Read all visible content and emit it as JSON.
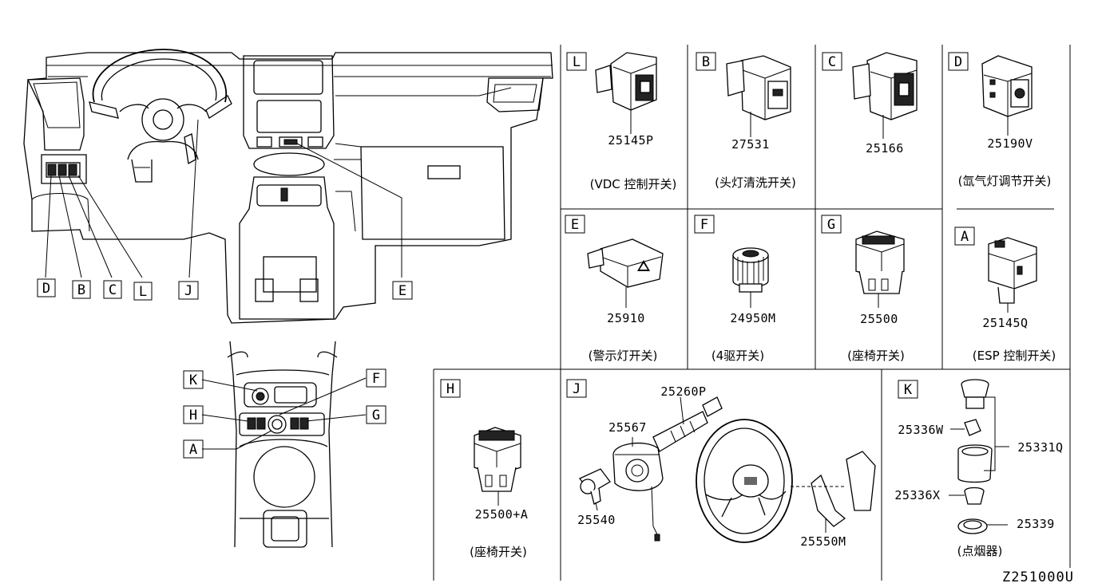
{
  "diagram_code": "Z251000U",
  "overview": {
    "dashboard_callouts": [
      "D",
      "B",
      "C",
      "L",
      "J",
      "E"
    ],
    "console_callouts": [
      "K",
      "F",
      "H",
      "G",
      "A"
    ]
  },
  "panels": {
    "L": {
      "letter": "L",
      "part": "25145P",
      "desc": "(VDC 控制开关)"
    },
    "B": {
      "letter": "B",
      "part": "27531",
      "desc": "(头灯清洗开关)"
    },
    "C": {
      "letter": "C",
      "part": "25166",
      "desc": ""
    },
    "D": {
      "letter": "D",
      "part": "25190V",
      "desc": "(氙气灯调节开关)"
    },
    "E": {
      "letter": "E",
      "part": "25910",
      "desc": "(警示灯开关)"
    },
    "F": {
      "letter": "F",
      "part": "24950M",
      "desc": "(4驱开关)"
    },
    "G": {
      "letter": "G",
      "part": "25500",
      "desc": "(座椅开关)"
    },
    "A": {
      "letter": "A",
      "part": "25145Q",
      "desc": "(ESP 控制开关)"
    },
    "H": {
      "letter": "H",
      "part": "25500+A",
      "desc": "(座椅开关)"
    },
    "J": {
      "letter": "J",
      "parts": [
        "25260P",
        "25567",
        "25540",
        "25550M"
      ]
    },
    "K": {
      "letter": "K",
      "parts": [
        "25336W",
        "25331Q",
        "25336X",
        "25339"
      ],
      "desc": "(点烟器)"
    }
  }
}
